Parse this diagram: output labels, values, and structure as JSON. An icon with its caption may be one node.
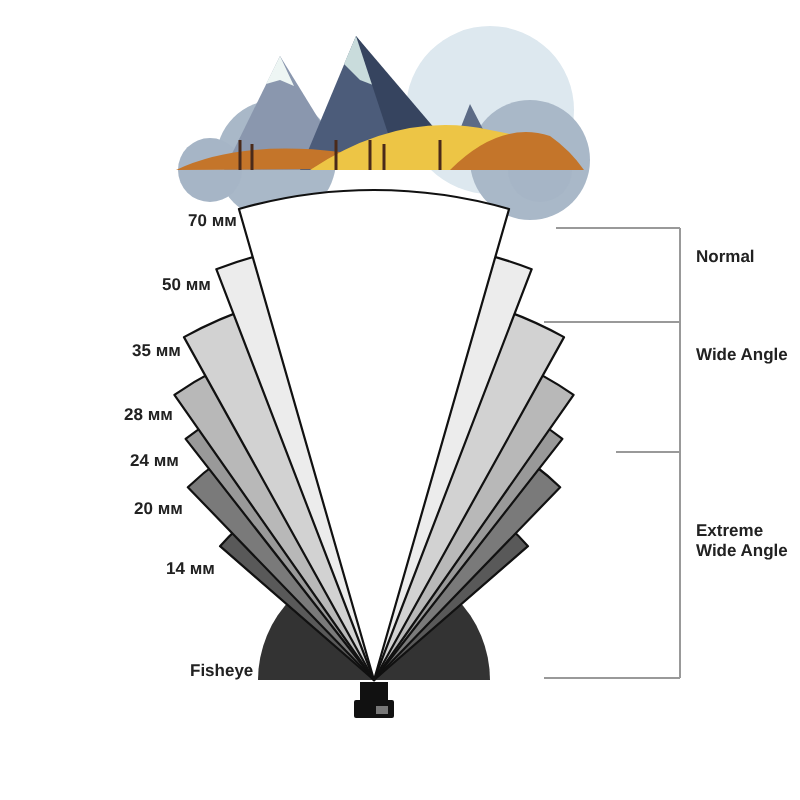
{
  "diagram": {
    "labels": [
      "70 мм",
      "Normal",
      "50 мм",
      "Wide Angle",
      "35 мм",
      "28 мм",
      "24 мм",
      "20 мм",
      "Extreme Wide Angle",
      "14 мм",
      "Fisheye"
    ]
  }
}
